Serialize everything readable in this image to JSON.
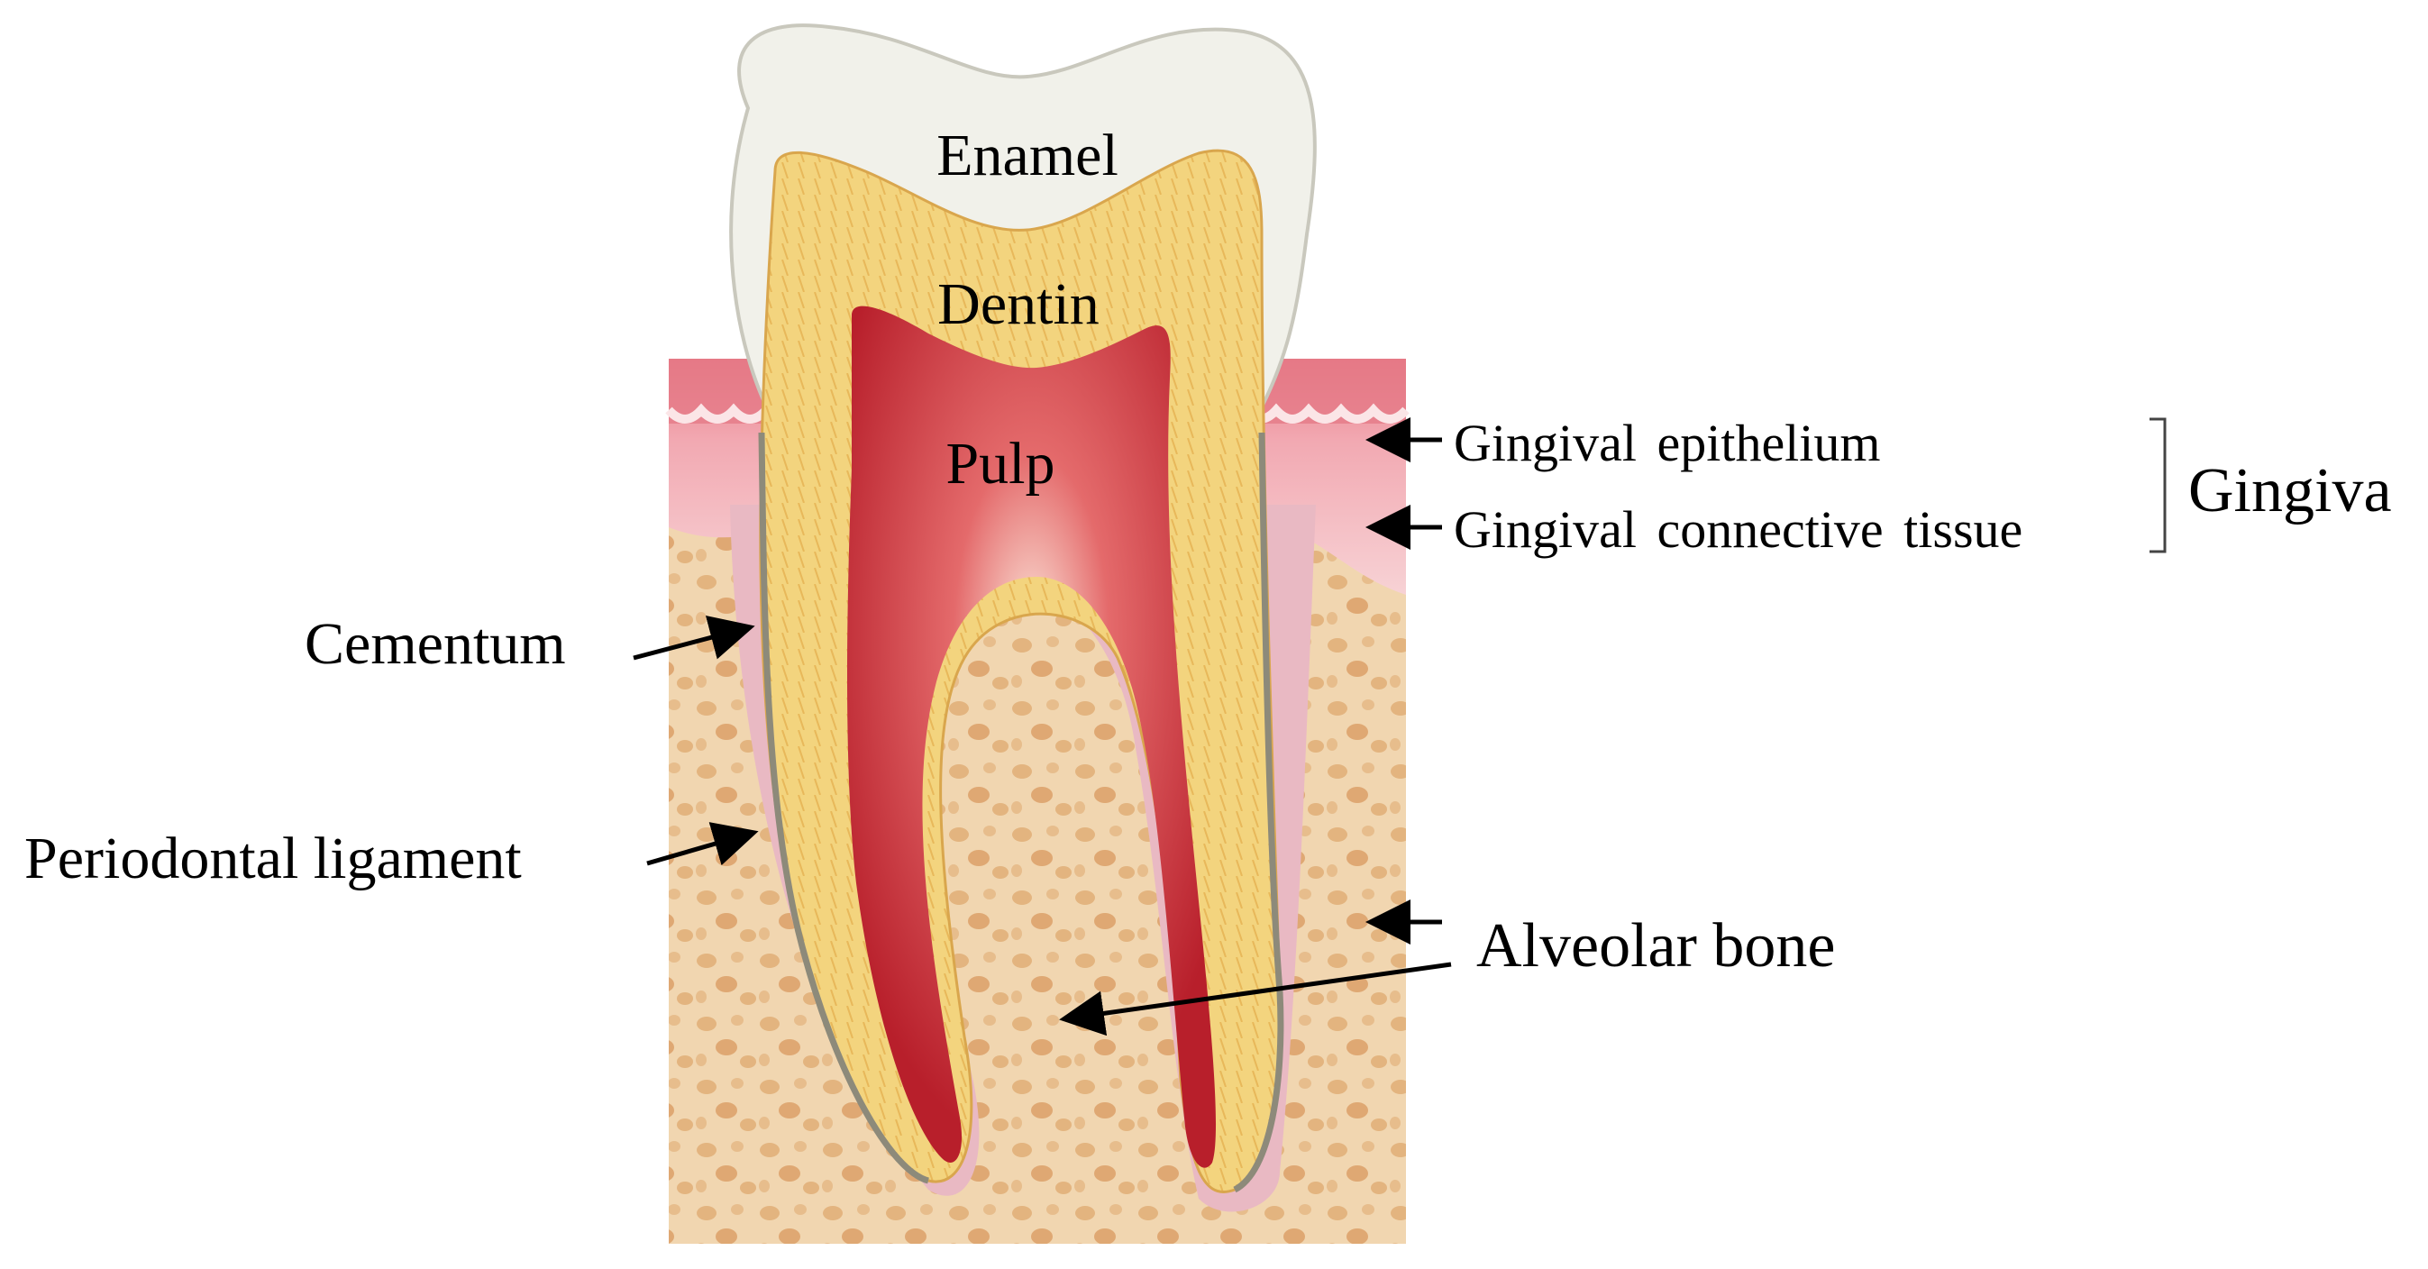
{
  "labels": {
    "enamel": "Enamel",
    "dentin": "Dentin",
    "pulp": "Pulp",
    "cementum": "Cementum",
    "periodontal_ligament": "Periodontal ligament",
    "gingival_epithelium": "Gingival epithelium",
    "gingival_connective_tissue": "Gingival connective tissue",
    "gingiva": "Gingiva",
    "alveolar_bone": "Alveolar bone"
  },
  "colors": {
    "enamel": "#f1f1ea",
    "dentin": "#f3d47e",
    "pulp": "#c8242f",
    "bone": "#f1d6b0",
    "bone_spots": "#e0ad78",
    "gingival_epithelium": "#e47885",
    "gingival_connective_tissue": "#f5c8cc",
    "periodontal_ligament": "#e9b9c3",
    "cementum": "#8d8a7a",
    "arrows": "#000000"
  }
}
